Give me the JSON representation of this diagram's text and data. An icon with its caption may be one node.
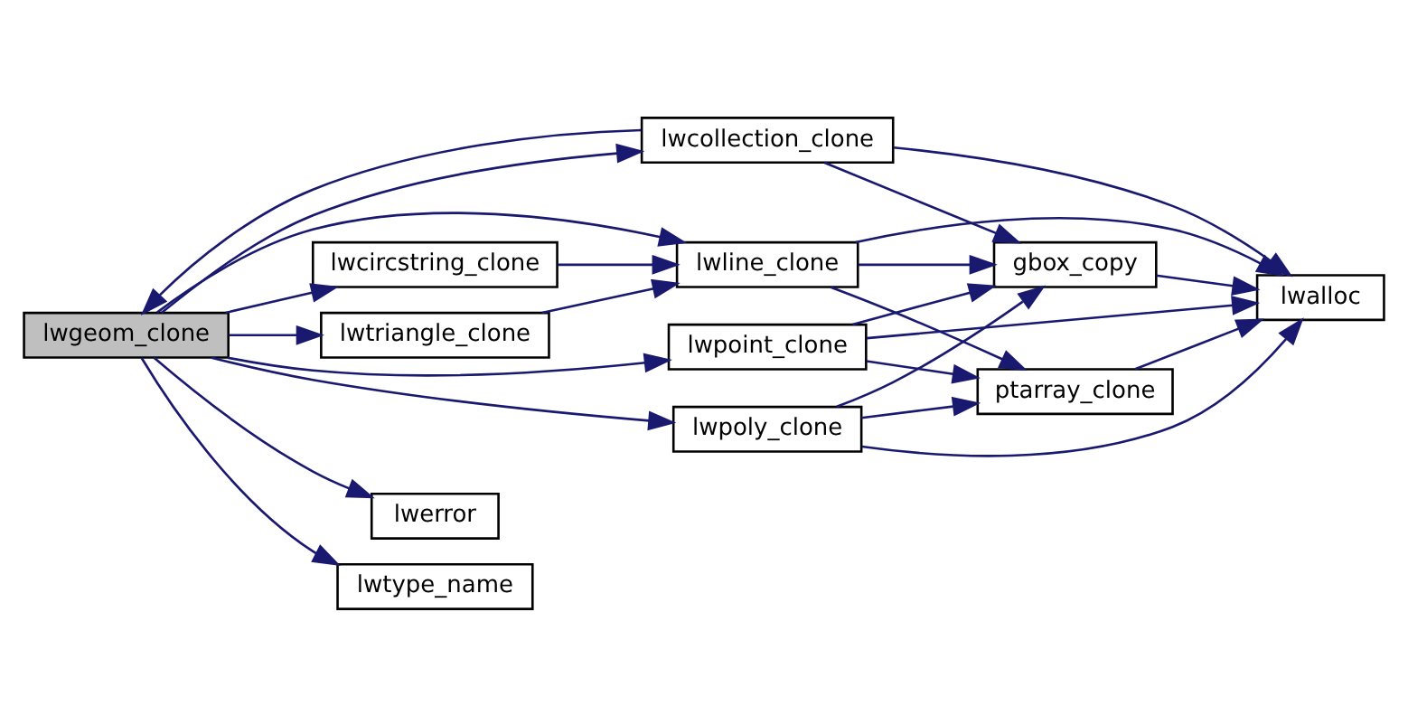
{
  "diagram": {
    "nodes": [
      {
        "text": [
          "lwgeom_clone"
        ]
      },
      {
        "text": [
          "lwcollection_clone"
        ]
      },
      {
        "text": [
          "lwcircstring_clone"
        ]
      },
      {
        "text": [
          "lwtriangle_clone"
        ]
      },
      {
        "text": [
          "lwline_clone"
        ]
      },
      {
        "text": [
          "lwpoint_clone"
        ]
      },
      {
        "text": [
          "lwpoly_clone"
        ]
      },
      {
        "text": [
          "gbox_copy"
        ]
      },
      {
        "text": [
          "ptarray_clone"
        ]
      },
      {
        "text": [
          "lwalloc"
        ]
      },
      {
        "text": [
          "lwerror"
        ]
      },
      {
        "text": [
          "lwtype_name"
        ]
      }
    ],
    "edges": [
      {
        "from": 0,
        "to": 1,
        "arrow": "to"
      },
      {
        "from": 1,
        "to": 0,
        "arrow": "to"
      },
      {
        "from": 0,
        "to": 2,
        "arrow": "to"
      },
      {
        "from": 0,
        "to": 3,
        "arrow": "to"
      },
      {
        "from": 0,
        "to": 4,
        "arrow": "to"
      },
      {
        "from": 0,
        "to": 5,
        "arrow": "to"
      },
      {
        "from": 0,
        "to": 6,
        "arrow": "to"
      },
      {
        "from": 0,
        "to": 10,
        "arrow": "to"
      },
      {
        "from": 0,
        "to": 11,
        "arrow": "to"
      },
      {
        "from": 1,
        "to": 7,
        "arrow": "to"
      },
      {
        "from": 1,
        "to": 9,
        "arrow": "to"
      },
      {
        "from": 2,
        "to": 4,
        "arrow": "to"
      },
      {
        "from": 3,
        "to": 4,
        "arrow": "to"
      },
      {
        "from": 4,
        "to": 7,
        "arrow": "to"
      },
      {
        "from": 4,
        "to": 9,
        "arrow": "to"
      },
      {
        "from": 4,
        "to": 8,
        "arrow": "to"
      },
      {
        "from": 5,
        "to": 7,
        "arrow": "to"
      },
      {
        "from": 5,
        "to": 8,
        "arrow": "to"
      },
      {
        "from": 5,
        "to": 9,
        "arrow": "to"
      },
      {
        "from": 6,
        "to": 7,
        "arrow": "to"
      },
      {
        "from": 6,
        "to": 8,
        "arrow": "to"
      },
      {
        "from": 6,
        "to": 9,
        "arrow": "to"
      },
      {
        "from": 7,
        "to": 9,
        "arrow": "to"
      },
      {
        "from": 8,
        "to": 9,
        "arrow": "to"
      }
    ]
  }
}
